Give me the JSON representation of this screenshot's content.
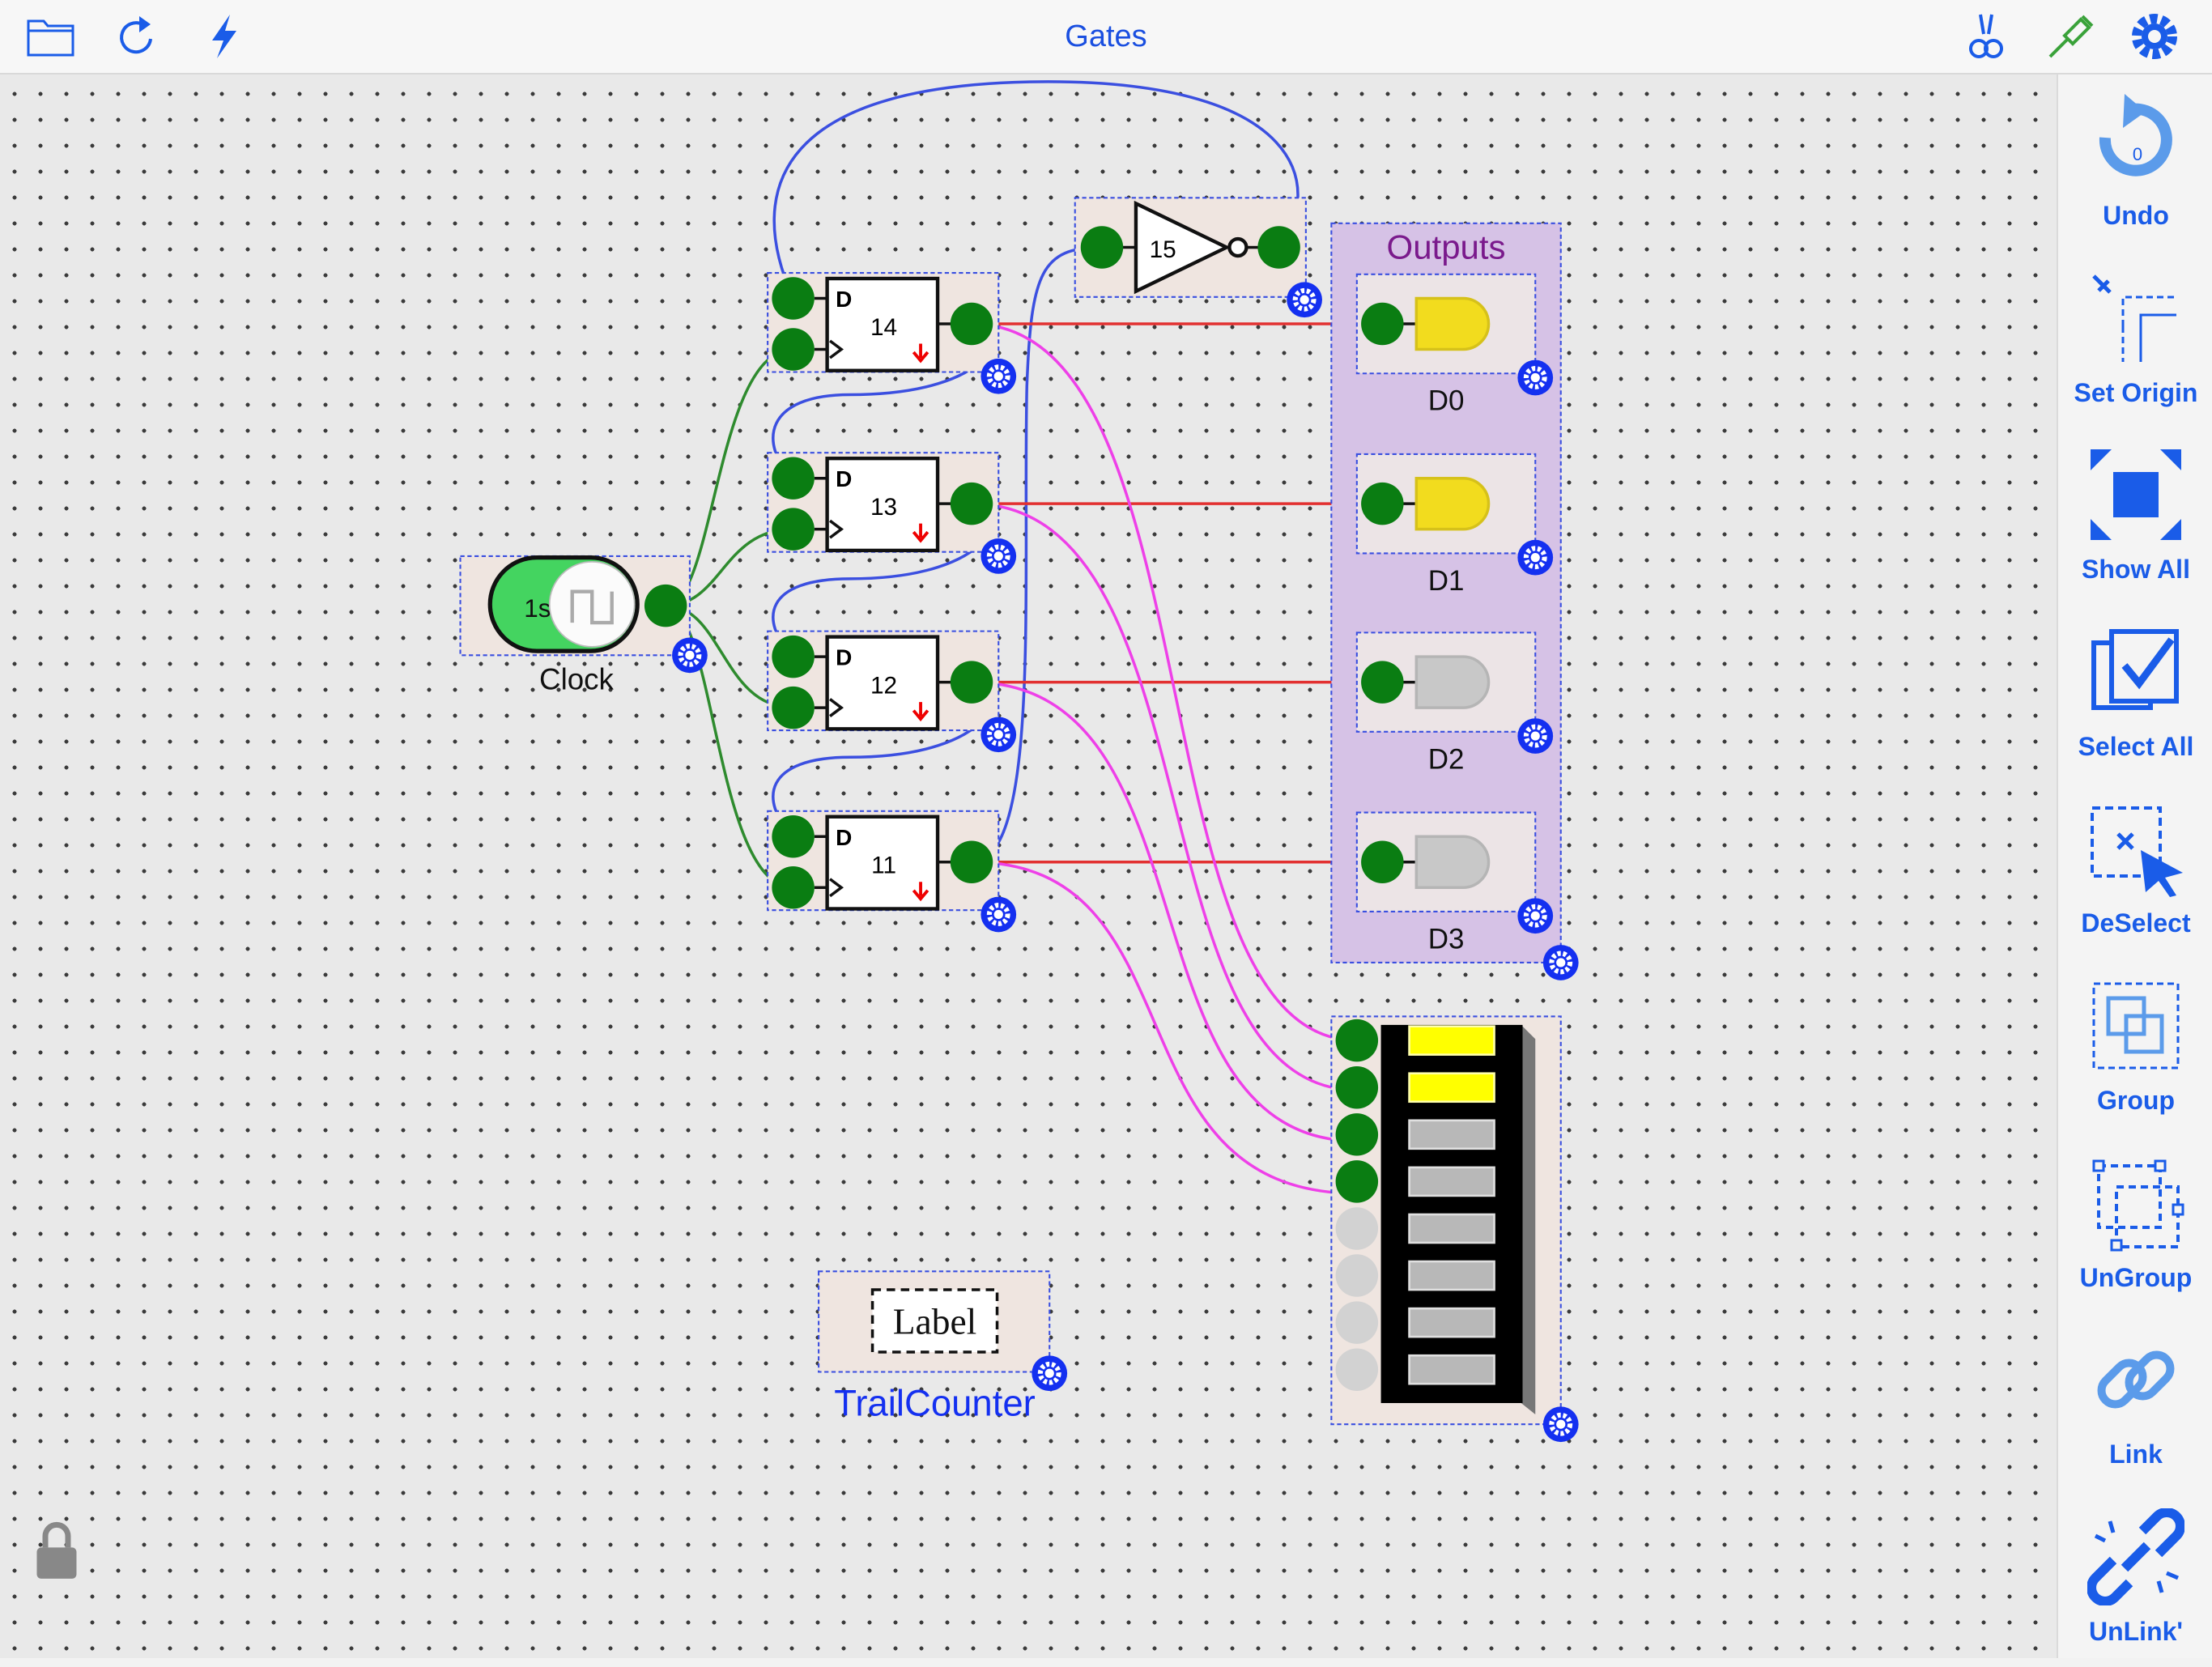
{
  "topbar": {
    "title": "Gates",
    "left_icons": [
      "folder-icon",
      "refresh-icon",
      "lightning-icon"
    ],
    "right_icons": [
      "wire-cutter-icon",
      "probe-icon",
      "gear-icon"
    ]
  },
  "sidebar": {
    "undo": {
      "label": "Undo",
      "count": "0"
    },
    "set_origin": {
      "label": "Set Origin"
    },
    "show_all": {
      "label": "Show All"
    },
    "select_all": {
      "label": "Select All"
    },
    "deselect": {
      "label": "DeSelect"
    },
    "group": {
      "label": "Group"
    },
    "ungroup": {
      "label": "UnGroup"
    },
    "link": {
      "label": "Link"
    },
    "unlink": {
      "label": "UnLink'"
    }
  },
  "circuit": {
    "clock": {
      "period": "1s",
      "label": "Clock"
    },
    "flipflops": [
      {
        "id": "14",
        "d_label": "D"
      },
      {
        "id": "13",
        "d_label": "D"
      },
      {
        "id": "12",
        "d_label": "D"
      },
      {
        "id": "11",
        "d_label": "D"
      }
    ],
    "inverter": {
      "id": "15"
    },
    "outputs_group": {
      "title": "Outputs",
      "leds": [
        {
          "label": "D0",
          "state": "on"
        },
        {
          "label": "D1",
          "state": "on"
        },
        {
          "label": "D2",
          "state": "off"
        },
        {
          "label": "D3",
          "state": "off"
        }
      ]
    },
    "bar_display": {
      "segments_on": 2,
      "segments_total": 8,
      "inputs_connected": 4
    },
    "label_component": {
      "text": "Label",
      "caption": "TrailCounter"
    }
  },
  "colors": {
    "accent": "#1a5ce8",
    "title": "#1a4fe0",
    "pin": "#0a7d12",
    "wire_clock": "#2e8b2e",
    "wire_feedback": "#3b4fe0",
    "wire_output": "#e23030",
    "wire_bar": "#ee40e8",
    "led_on": "#f2dc1e",
    "led_off": "#c8c8c8",
    "outputs_fill": "#d6c2e6",
    "outputs_title": "#7a1a8c"
  }
}
